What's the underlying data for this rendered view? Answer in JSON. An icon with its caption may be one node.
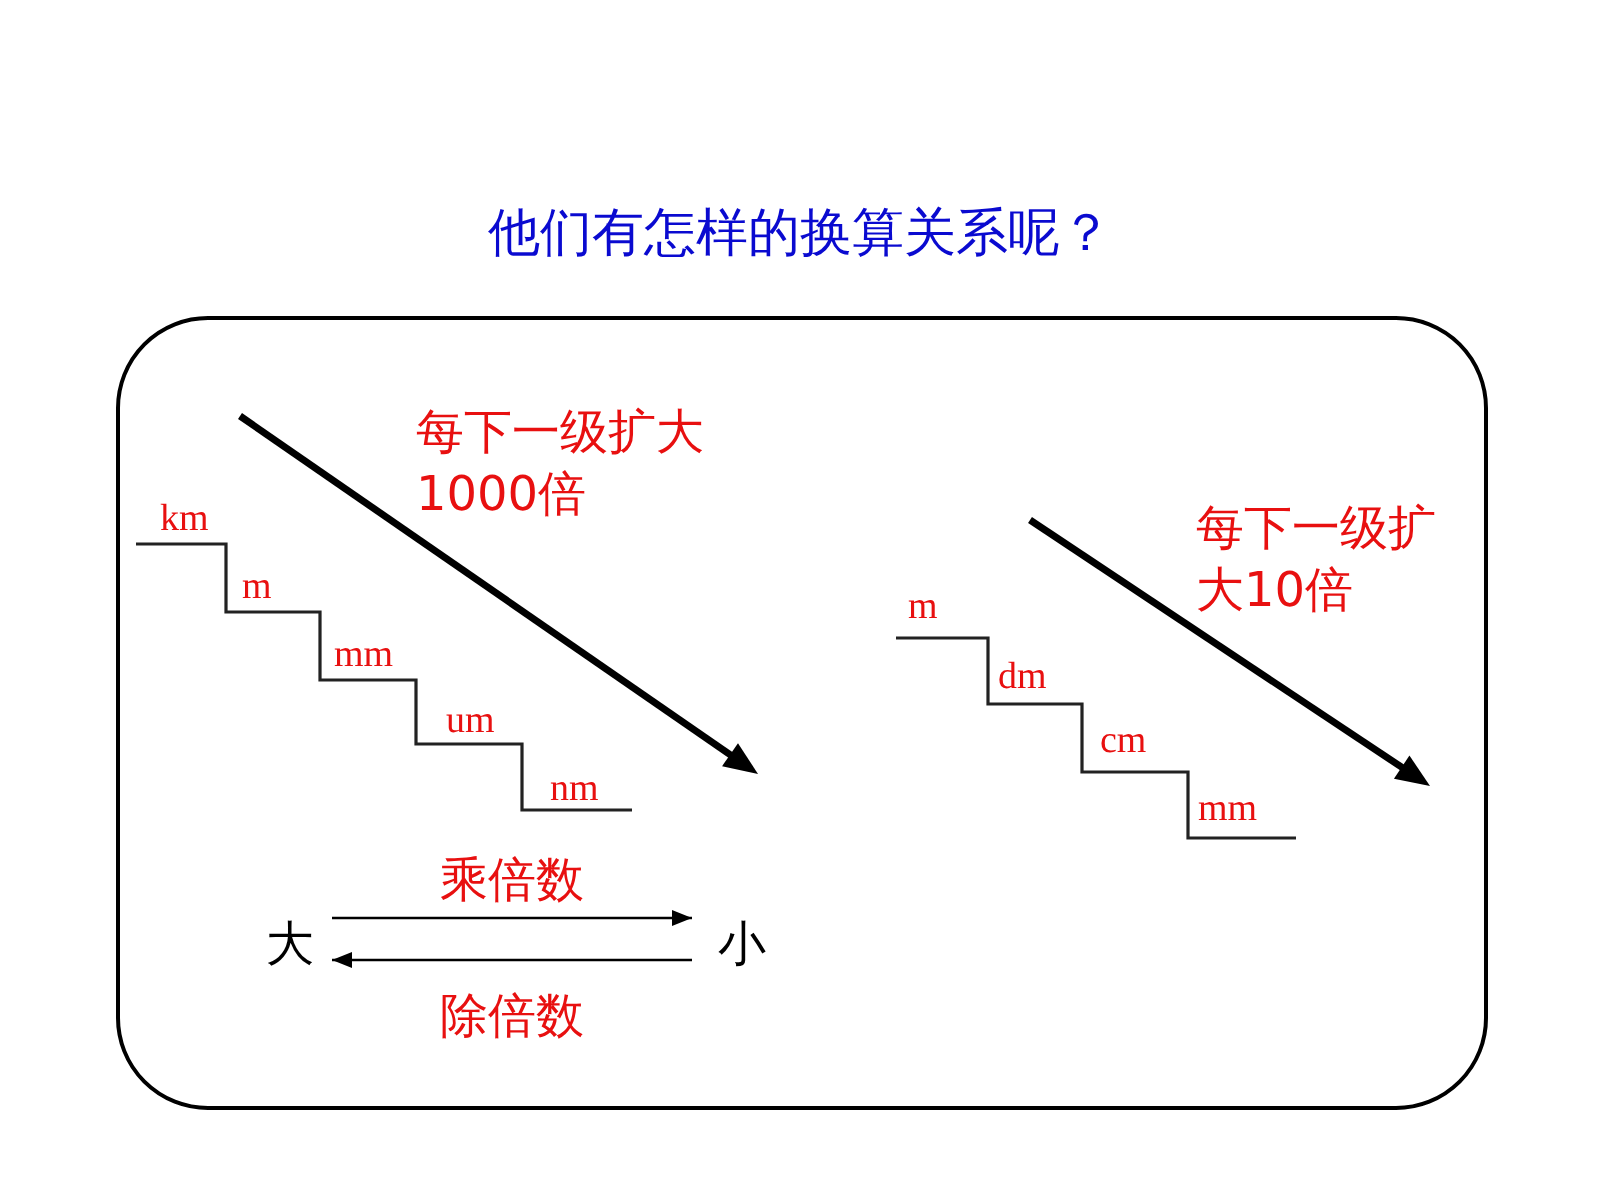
{
  "diagram": {
    "title": "他们有怎样的换算关系呢？",
    "nodes": [
      {
        "text": [],
        "shape": "box"
      },
      {
        "text": [
          "大"
        ],
        "in": 0
      },
      {
        "text": [
          "小"
        ],
        "in": 0
      }
    ],
    "edges": [
      {
        "from": 1,
        "to": 2,
        "arrow": "to",
        "label": "乘倍数"
      },
      {
        "from": 2,
        "to": 1,
        "arrow": "to",
        "label": "除倍数"
      }
    ],
    "labels": [
      "每下一级扩大1000倍",
      "km",
      "m",
      "mm",
      "um",
      "nm",
      "每下一级扩大10倍",
      "m",
      "dm",
      "cm",
      "mm"
    ]
  }
}
